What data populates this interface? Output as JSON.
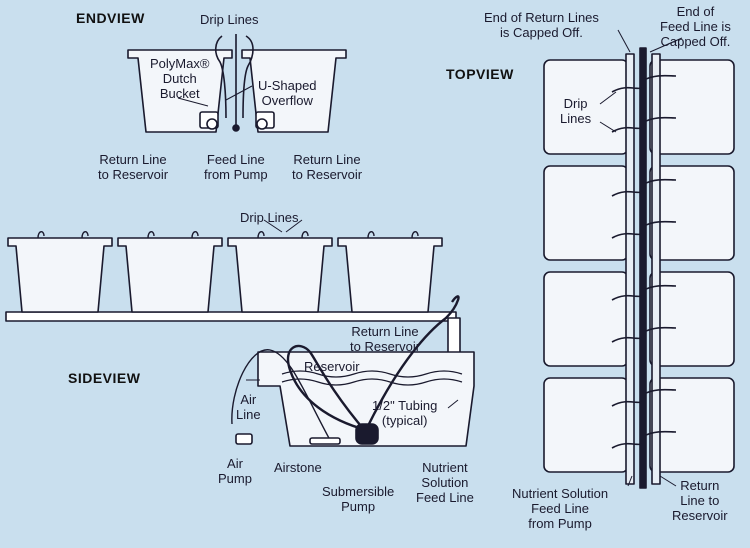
{
  "views": {
    "end": "ENDVIEW",
    "side": "SIDEVIEW",
    "top": "TOPVIEW"
  },
  "end_view": {
    "drip_lines": "Drip Lines",
    "bucket": [
      "PolyMax®",
      "Dutch",
      "Bucket"
    ],
    "overflow": [
      "U-Shaped",
      "Overflow"
    ],
    "return_left": [
      "Return Line",
      "to Reservoir"
    ],
    "feed_line": [
      "Feed Line",
      "from Pump"
    ],
    "return_right": [
      "Return Line",
      "to Reservoir"
    ]
  },
  "side_view": {
    "drip_lines": "Drip Lines",
    "return_line": [
      "Return Line",
      "to Reservoir"
    ],
    "reservoir": "Reservoir",
    "tubing": [
      "1/2\" Tubing",
      "(typical)"
    ],
    "air_line": [
      "Air",
      "Line"
    ],
    "air_pump": [
      "Air",
      "Pump"
    ],
    "airstone": "Airstone",
    "submersible_pump": [
      "Submersible",
      "Pump"
    ],
    "nutrient_feed": [
      "Nutrient",
      "Solution",
      "Feed Line"
    ]
  },
  "top_view": {
    "return_capped": [
      "End of Return Lines",
      "is Capped Off."
    ],
    "feed_capped": [
      "End of",
      "Feed Line is",
      "Capped Off."
    ],
    "drip_lines": [
      "Drip",
      "Lines"
    ],
    "nutrient_feed": [
      "Nutrient Solution",
      "Feed Line",
      "from Pump"
    ],
    "return_line": [
      "Return",
      "Line to",
      "Reservoir"
    ]
  },
  "colors": {
    "background": "#c9dfee",
    "bucket_fill": "#f3f6fa",
    "line": "#1a1a2e",
    "tube_fill": "#e8eef5"
  }
}
